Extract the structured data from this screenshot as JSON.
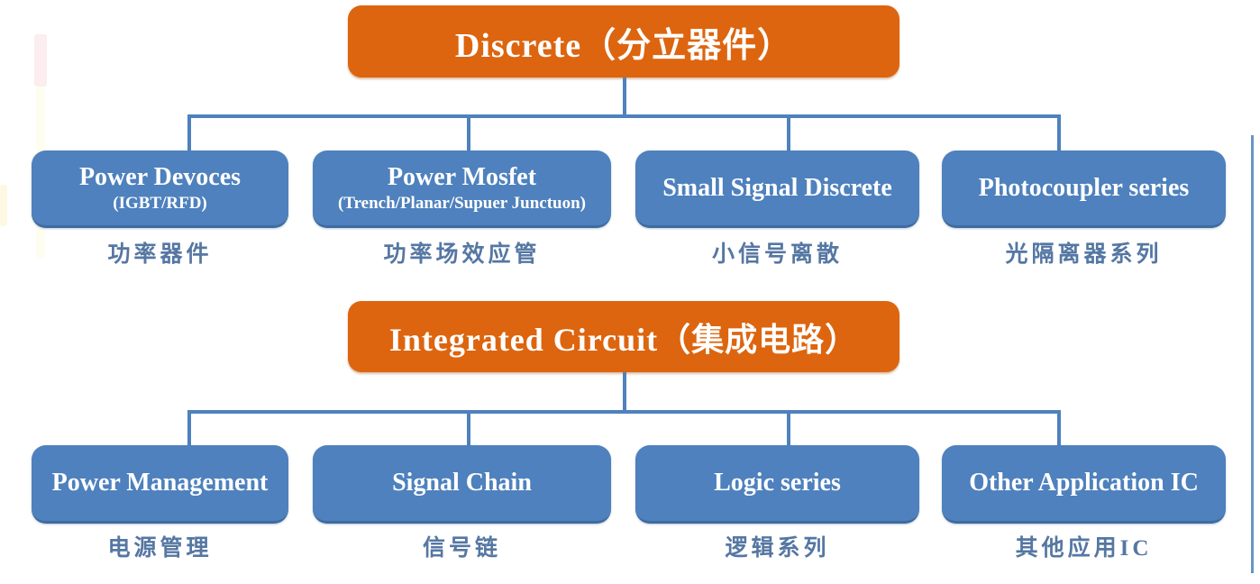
{
  "diagram": {
    "groups": [
      {
        "id": "discrete",
        "title": "Discrete（分立器件）",
        "children": [
          {
            "title": "Power Devoces",
            "subtitle": "(IGBT/RFD)",
            "caption": "功率器件"
          },
          {
            "title": "Power Mosfet",
            "subtitle": "(Trench/Planar/Supuer Junctuon)",
            "caption": "功率场效应管"
          },
          {
            "title": "Small Signal Discrete",
            "caption": "小信号离散"
          },
          {
            "title": "Photocoupler series",
            "caption": "光隔离器系列"
          }
        ]
      },
      {
        "id": "integrated-circuit",
        "title": "Integrated Circuit（集成电路）",
        "children": [
          {
            "title": "Power Management",
            "caption": "电源管理"
          },
          {
            "title": "Signal Chain",
            "caption": "信号链"
          },
          {
            "title": "Logic series",
            "caption": "逻辑系列"
          },
          {
            "title": "Other Application IC",
            "caption": "其他应用IC"
          }
        ]
      }
    ],
    "colors": {
      "root_fill": "#dd650f",
      "node_fill": "#4e81bd",
      "node_border": "#3d6ca0",
      "connector_line": "#4f81bd",
      "caption_text": "#5577a3",
      "node_text": "#ffffff"
    }
  }
}
